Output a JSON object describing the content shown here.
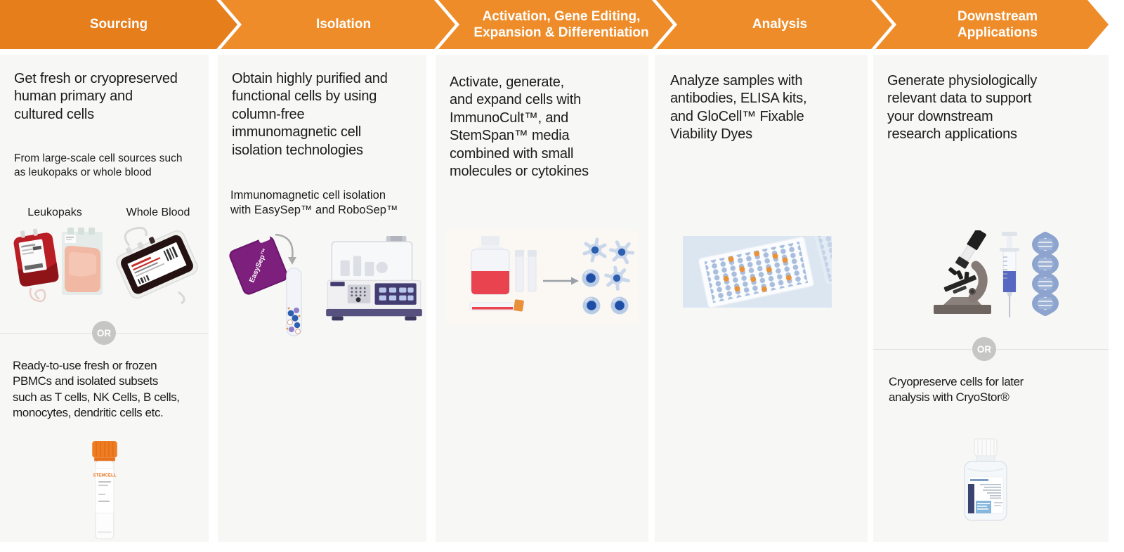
{
  "header": {
    "steps": [
      {
        "label": "Sourcing"
      },
      {
        "label": "Isolation"
      },
      {
        "label": "Activation, Gene Editing,\nExpansion & Differentiation"
      },
      {
        "label": "Analysis"
      },
      {
        "label": "Downstream\nApplications"
      }
    ]
  },
  "colors": {
    "step_first_orange": "#e67e1b",
    "step_orange": "#ee8c29",
    "column_bg": "#f7f7f6",
    "well_blue": "#a9bedd",
    "well_orange": "#e8923b",
    "easysep_purple": "#7d1f7d",
    "text": "#1b1b1b"
  },
  "columns": [
    {
      "id": "sourcing",
      "main_text": "Get fresh or cryopreserved\nhuman primary and\ncultured cells",
      "sub_text": "From large-scale cell sources such\nas leukopaks or whole blood",
      "image_labels": {
        "left": "Leukopaks",
        "right": "Whole Blood"
      },
      "or_label": "OR",
      "alt_text": "Ready-to-use fresh or frozen\nPBMCs and isolated subsets\nsuch as T cells, NK Cells, B cells,\nmonocytes, dendritic cells etc.",
      "vial_brand": "STEMCELL"
    },
    {
      "id": "isolation",
      "main_text": "Obtain highly purified and\nfunctional cells by using\ncolumn-free\nimmunomagnetic cell\nisolation technologies",
      "sub_text": "Immunomagnetic cell isolation\nwith EasySep™ and RoboSep™",
      "magnet_label": "EasySep™"
    },
    {
      "id": "activation",
      "main_text": "Activate, generate,\nand expand cells with\nImmunoCult™, and\nStemSpan™ media\ncombined with small\nmolecules or cytokines"
    },
    {
      "id": "analysis",
      "main_text": "Analyze samples with\nantibodies, ELISA kits,\nand GloCell™ Fixable\nViability Dyes"
    },
    {
      "id": "downstream",
      "main_text": "Generate physiologically\nrelevant data to support\nyour downstream\nresearch applications",
      "or_label": "OR",
      "alt_text": "Cryopreserve cells for later\nanalysis with CryoStor®"
    }
  ]
}
